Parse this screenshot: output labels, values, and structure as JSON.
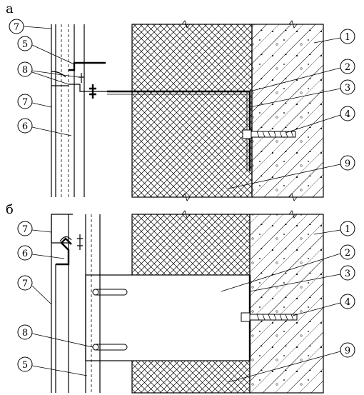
{
  "sections": {
    "a": "а",
    "b": "б"
  },
  "callouts_a": [
    "7",
    "5",
    "8",
    "7",
    "6",
    "1",
    "2",
    "3",
    "4",
    "9"
  ],
  "callouts_b": [
    "7",
    "6",
    "7",
    "8",
    "5",
    "1",
    "2",
    "3",
    "4",
    "9"
  ],
  "colors": {
    "line": "#000000",
    "background": "#ffffff"
  }
}
